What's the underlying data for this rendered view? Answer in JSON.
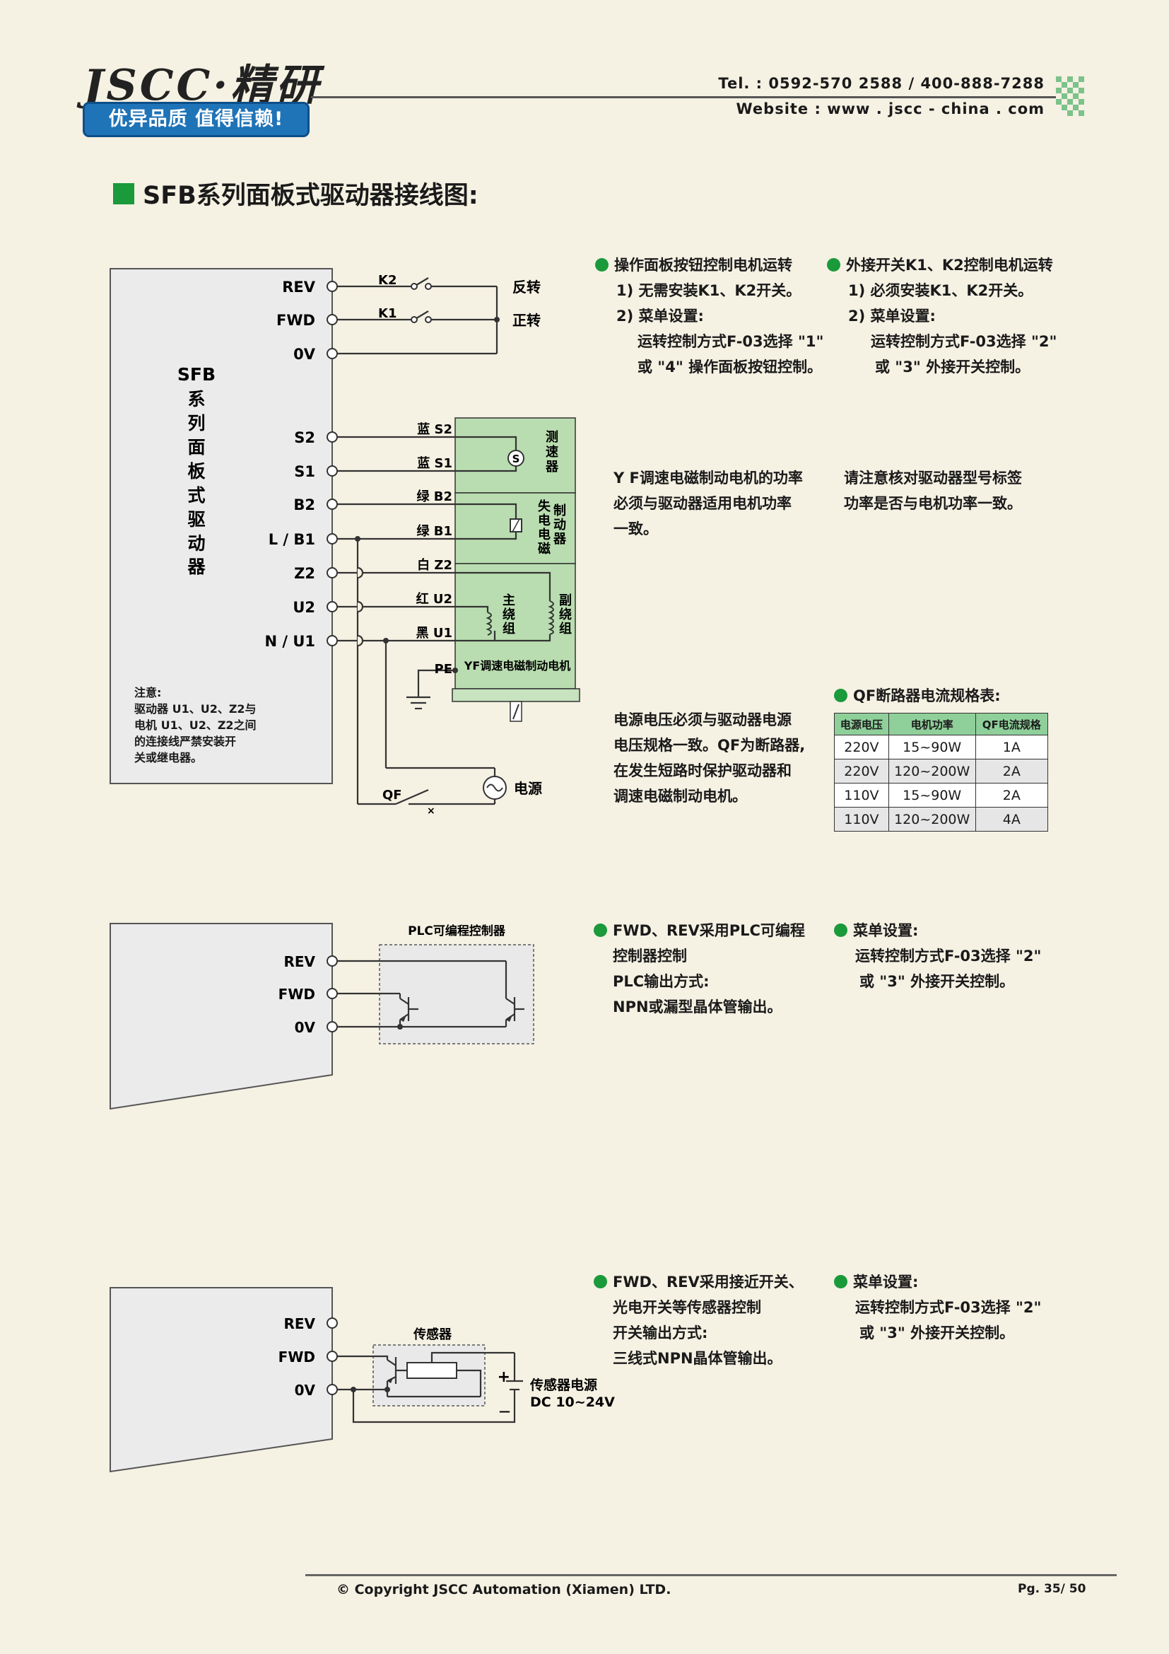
{
  "header": {
    "logo": "JSCC·精研",
    "slogan": "优异品质 值得信赖!",
    "tel": "Tel. : 0592-570 2588 / 400-888-7288",
    "website": "Website : www . jscc - china . com"
  },
  "section_title": "SFB系列面板式驱动器接线图:",
  "diagram1": {
    "drive_label": [
      "SFB",
      "系",
      "列",
      "面",
      "板",
      "式",
      "驱",
      "动",
      "器"
    ],
    "terminals": [
      "REV",
      "FWD",
      "0V",
      "S2",
      "S1",
      "B2",
      "L / B1",
      "Z2",
      "U2",
      "N / U1"
    ],
    "switch_k2": "K2",
    "switch_k1": "K1",
    "label_reverse": "反转",
    "label_forward": "正转",
    "wire_labels": [
      "蓝 S2",
      "蓝 S1",
      "绿 B2",
      "绿 B1",
      "白 Z2",
      "红 U2",
      "黑 U1"
    ],
    "pe": "PE",
    "tachometer": [
      "测",
      "速",
      "器"
    ],
    "brake_a": [
      "失",
      "电",
      "电",
      "磁"
    ],
    "brake_b": [
      "制",
      "动",
      "器"
    ],
    "main_winding": [
      "主",
      "绕",
      "组"
    ],
    "aux_winding": [
      "副",
      "绕",
      "组"
    ],
    "motor_label": "YF调速电磁制动电机",
    "qf": "QF",
    "power": "电源",
    "note": [
      "注意:",
      "驱动器 U1、U2、Z2与",
      "电机 U1、U2、Z2之间",
      "的连接线严禁安装开",
      "关或继电器。"
    ]
  },
  "panel_text": {
    "col1_head": "操作面板按钮控制电机运转",
    "col1_lines": [
      "1) 无需安装K1、K2开关。",
      "2) 菜单设置:",
      "运转控制方式F-03选择 \"1\"",
      "或 \"4\" 操作面板按钮控制。"
    ],
    "col2_head": "外接开关K1、K2控制电机运转",
    "col2_lines": [
      "1) 必须安装K1、K2开关。",
      "2) 菜单设置:",
      "运转控制方式F-03选择 \"2\"",
      "或 \"3\" 外接开关控制。"
    ],
    "mid1": [
      "Y F调速电磁制动电机的功率",
      "必须与驱动器适用电机功率",
      "一致。"
    ],
    "mid2": [
      "请注意核对驱动器型号标签",
      "功率是否与电机功率一致。"
    ],
    "power_note": [
      "电源电压必须与驱动器电源",
      "电压规格一致。QF为断路器,",
      "在发生短路时保护驱动器和",
      "调速电磁制动电机。"
    ]
  },
  "qf_table": {
    "title": "QF断路器电流规格表:",
    "headers": [
      "电源电压",
      "电机功率",
      "QF电流规格"
    ],
    "rows": [
      [
        "220V",
        "15~90W",
        "1A"
      ],
      [
        "220V",
        "120~200W",
        "2A"
      ],
      [
        "110V",
        "15~90W",
        "2A"
      ],
      [
        "110V",
        "120~200W",
        "4A"
      ]
    ]
  },
  "diagram2": {
    "terminals": [
      "REV",
      "FWD",
      "0V"
    ],
    "plc_label": "PLC可编程控制器",
    "text1": [
      "FWD、REV采用PLC可编程",
      "控制器控制",
      "PLC输出方式:",
      "NPN或漏型晶体管输出。"
    ],
    "text2_head": "菜单设置:",
    "text2": [
      "运转控制方式F-03选择 \"2\"",
      "或 \"3\" 外接开关控制。"
    ]
  },
  "diagram3": {
    "terminals": [
      "REV",
      "FWD",
      "0V"
    ],
    "sensor_label": "传感器",
    "plus": "+",
    "minus": "—",
    "supply": [
      "传感器电源",
      "DC 10~24V"
    ],
    "text1": [
      "FWD、REV采用接近开关、",
      "光电开关等传感器控制",
      "开关输出方式:",
      "三线式NPN晶体管输出。"
    ],
    "text2_head": "菜单设置:",
    "text2": [
      "运转控制方式F-03选择 \"2\"",
      "或 \"3\" 外接开关控制。"
    ]
  },
  "footer": {
    "copyright": "© Copyright JSCC Automation (Xiamen) LTD.",
    "page": "Pg.  35/ 50"
  },
  "colors": {
    "accent_green": "#1a9a3b",
    "motor_fill": "#b9ddb0",
    "slogan_blue": "#1f73b7",
    "drive_fill": "#ebebeb"
  }
}
